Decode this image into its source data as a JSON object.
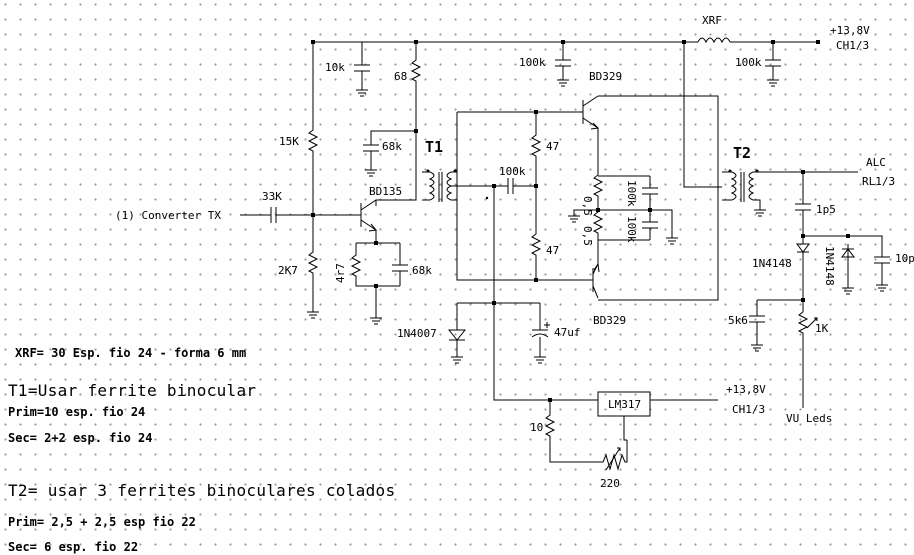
{
  "components": {
    "xrf": "XRF",
    "v_top": "+13,8V",
    "ch_top": "CH1/3",
    "c_10k": "10k",
    "c_100k_a": "100k",
    "c_100k_b": "100k",
    "r_68": "68",
    "r_15k": "15K",
    "r_33k": "33K",
    "r_2k7": "2K7",
    "c_68k_a": "68k",
    "q_bd135": "BD135",
    "r_4r7": "4r7",
    "c_68k_b": "68k",
    "t1": "T1",
    "r_47_a": "47",
    "r_47_b": "47",
    "c_100k_mid": "100k",
    "q_bd329_a": "BD329",
    "q_bd329_b": "BD329",
    "r_05_a": "0,5",
    "r_05_b": "0,5",
    "c_100k_v1": "100k",
    "c_100k_v2": "100k",
    "t2": "T2",
    "alc": "ALC",
    "rl": "RL1/3",
    "c_1p5": "1p5",
    "d_1n4148_a": "1N4148",
    "d_1n4148_b": "1N4148",
    "c_10p": "10p",
    "c_5k6": "5k6",
    "r_1k": "1K",
    "vu": "VU Leds",
    "d_1n4007": "1N4007",
    "c_47uf": "47uf",
    "lm317": "LM317",
    "v_reg": "+13,8V",
    "ch_reg": "CH1/3",
    "r_10": "10",
    "r_220": "220",
    "input": "(1) Converter TX"
  },
  "notes": {
    "xrf": "XRF= 30 Esp. fio 24 - forma 6 mm",
    "t1": "T1=Usar ferrite binocular",
    "t1_prim": "Prim=10 esp. fio 24",
    "t1_sec": "Sec= 2+2 esp. fio 24",
    "t2": "T2= usar 3 ferrites binoculares colados",
    "t2_prim": "Prim= 2,5 + 2,5 esp fio 22",
    "t2_sec": "Sec= 6 esp. fio 22"
  }
}
